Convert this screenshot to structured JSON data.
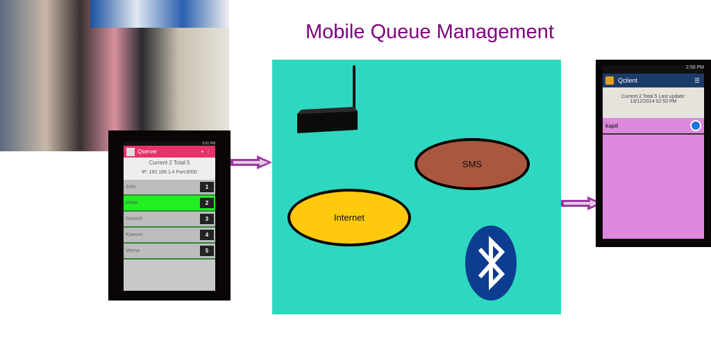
{
  "title": "Mobile Queue Management",
  "network": {
    "sms": "SMS",
    "internet": "Internet"
  },
  "server": {
    "status_time": "3:01 PM",
    "app_name": "Qserver",
    "summary": "Current 2    Total 5",
    "address": "IP: 192.168.1.4 Port:8000",
    "queue": [
      {
        "name": "John",
        "number": "1"
      },
      {
        "name": "Malar",
        "number": "2",
        "active": true
      },
      {
        "name": "Ganesh",
        "number": "3"
      },
      {
        "name": "Kawoos",
        "number": "4"
      },
      {
        "name": "Veena",
        "number": "5"
      }
    ]
  },
  "client": {
    "status_time": "2:58 PM",
    "app_name": "Qclient",
    "summary": "Current 2   Total 5   Last update:",
    "updated": "13/12/2014 02:53 PM",
    "entry": "kapil"
  },
  "colors": {
    "teal": "#2ED8C0",
    "title": "#800080",
    "arrow": "#9B3AA0",
    "sms": "#A9573F",
    "internet": "#FFC90E",
    "bluetooth": "#0D3D91"
  }
}
